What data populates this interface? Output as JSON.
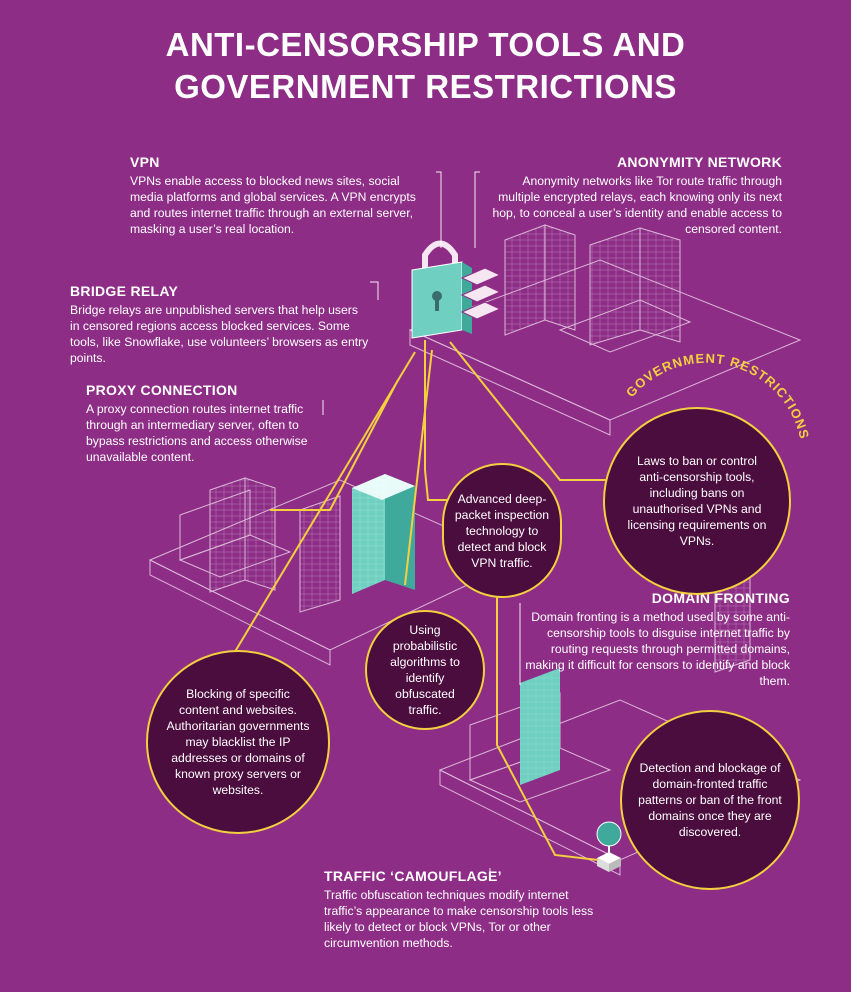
{
  "title": {
    "line1": "ANTI-CENSORSHIP TOOLS AND",
    "line2": "GOVERNMENT RESTRICTIONS"
  },
  "vpn": {
    "heading": "VPN",
    "text": "VPNs enable access to blocked news sites, social media platforms and global services. A VPN encrypts and routes internet traffic through an external server, masking a user’s real location."
  },
  "anonymity": {
    "heading": "ANONYMITY NETWORK",
    "text": "Anonymity networks like Tor route traffic through multiple encrypted relays, each knowing only its next hop, to conceal a user’s identity and enable access to censored content."
  },
  "bridge": {
    "heading": "BRIDGE RELAY",
    "text": "Bridge relays are unpublished servers that help users in censored regions access blocked services. Some tools, like Snowflake, use volunteers’ browsers as entry points."
  },
  "proxy": {
    "heading": "PROXY CONNECTION",
    "text": "A proxy connection routes internet traffic through an intermediary server, often to bypass restrictions and access otherwise unavailable content."
  },
  "domain": {
    "heading": "DOMAIN FRONTING",
    "text": "Domain fronting is a method used by some anti-censorship tools to disguise internet traffic by routing requests through permitted domains, making it difficult for censors to identify and block them."
  },
  "traffic": {
    "heading": "TRAFFIC ‘CAMOUFLAGE’",
    "text": "Traffic obfuscation techniques modify internet traffic’s appearance to make censorship tools less likely to detect or block VPNs, Tor or other circumvention methods."
  },
  "government_restrictions_label": "GOVERNMENT RESTRICTIONS",
  "circles": {
    "laws": "Laws to ban or control anti-censorship tools, including bans on unauthorised VPNs and licensing requirements on VPNs.",
    "dpi": "Advanced deep-packet inspection technology to detect and block VPN traffic.",
    "probabilistic": "Using probabilistic algorithms to identify obfuscated traffic.",
    "blocking": "Blocking of specific content and websites. Authoritarian governments may blacklist the IP addresses or domains of known proxy servers or websites.",
    "detection": "Detection and blockage of domain-fronted traffic patterns or ban of the front domains once they are discovered."
  },
  "colors": {
    "background": "#8e2d86",
    "circle_fill": "#4b0c3e",
    "accent_yellow": "#f3d03e",
    "teal": "#4fc3b5"
  }
}
